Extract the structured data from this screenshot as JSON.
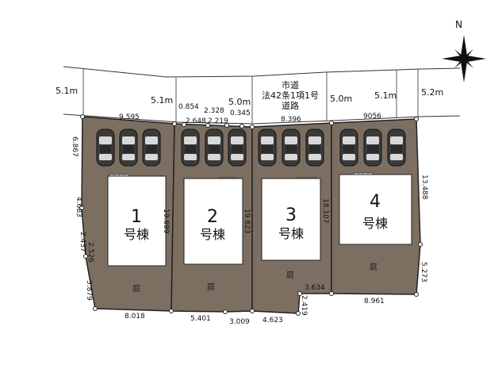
{
  "compass": {
    "label": "N",
    "icon": "compass-star-icon"
  },
  "road": {
    "name_lines": [
      "市道",
      "法42条1項1号",
      "道路"
    ],
    "widths": [
      "5.1m",
      "5.1m",
      "5.0m",
      "5.0m",
      "5.1m",
      "5.2m"
    ]
  },
  "lots": [
    {
      "number": "1",
      "label": "号棟",
      "garden": "庭",
      "side_dim": "19.699"
    },
    {
      "number": "2",
      "label": "号棟",
      "garden": "庭",
      "side_dim": "19.823"
    },
    {
      "number": "3",
      "label": "号棟",
      "garden": "庭",
      "side_dim": "18.107"
    },
    {
      "number": "4",
      "label": "号棟",
      "garden": "庭",
      "side_dim": "13.488"
    }
  ],
  "dimensions": {
    "top": [
      "9.595",
      "0.854",
      "2.328",
      "2.648",
      "2.219",
      "0.345",
      "8.396",
      "9056"
    ],
    "left": [
      "6.867",
      "4.683",
      "2.437",
      "2.526",
      "3.879"
    ],
    "right": [
      "5.273"
    ],
    "bottom": [
      "8.018",
      "5.401",
      "3.009",
      "4.623",
      "2.419",
      "3.634",
      "8.961"
    ]
  },
  "colors": {
    "lot_fill": "#7d6e62",
    "outline": "#222222",
    "house_fill": "#ffffff",
    "car_fill": "#3b3b3b"
  }
}
